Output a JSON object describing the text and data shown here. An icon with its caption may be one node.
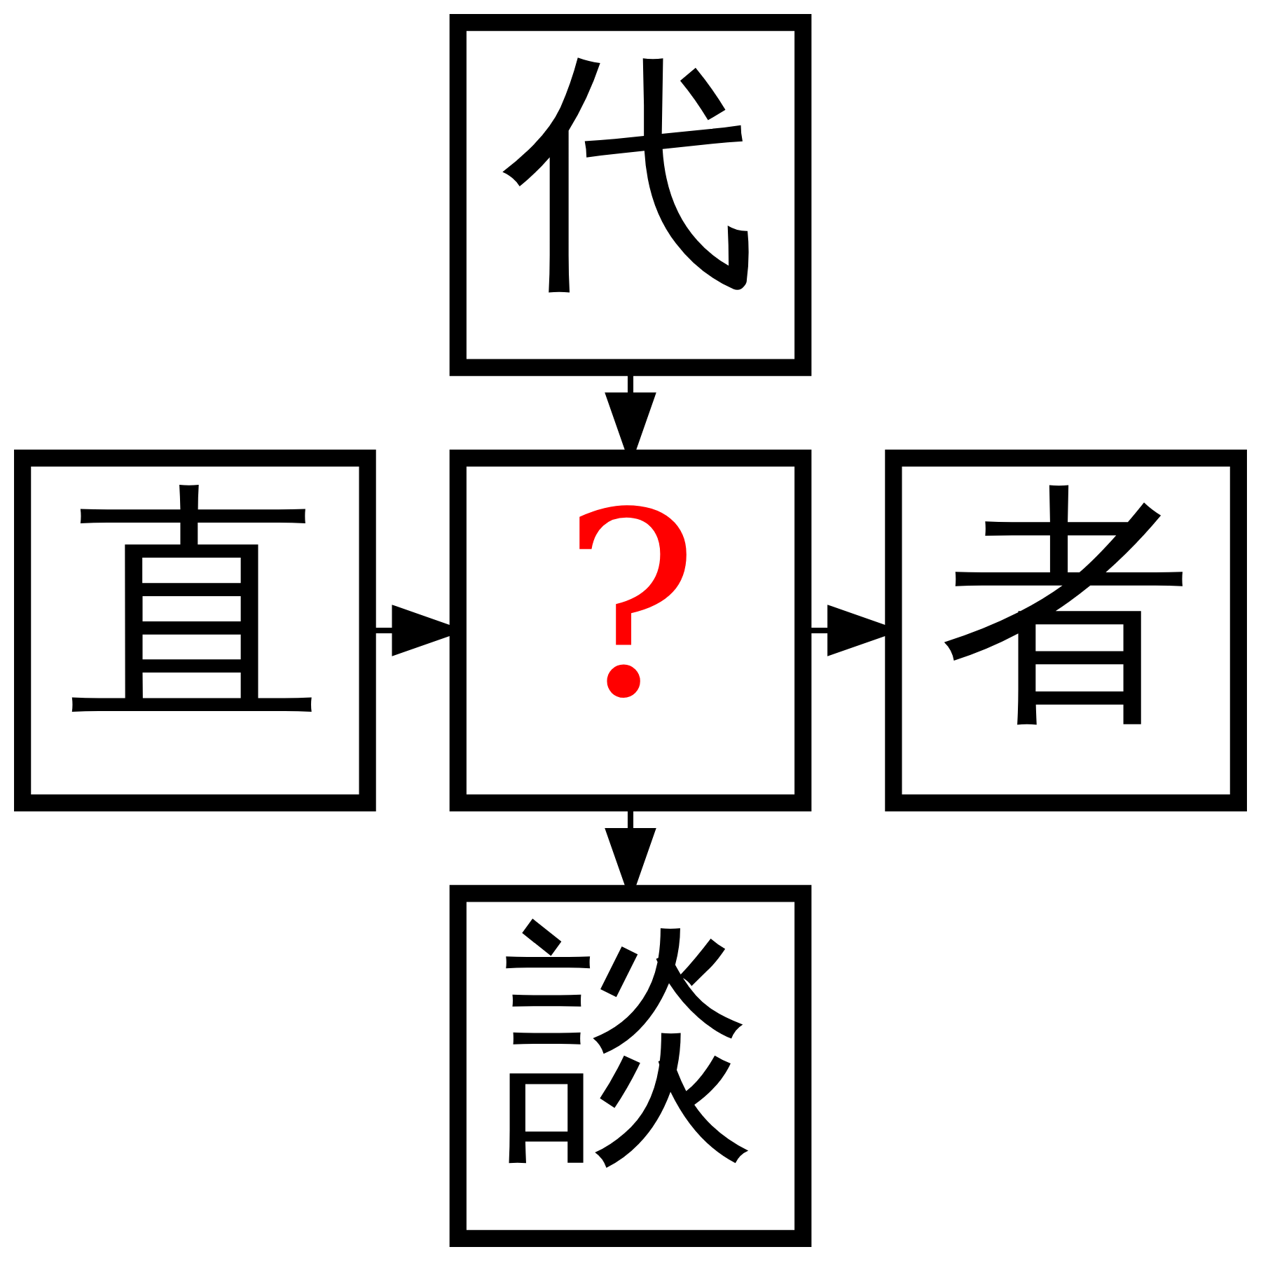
{
  "diagram": {
    "nodes": [
      {
        "text": [
          "代"
        ]
      },
      {
        "text": [
          "直"
        ]
      },
      {
        "text": [
          "?"
        ]
      },
      {
        "text": [
          "者"
        ]
      },
      {
        "text": [
          "談"
        ]
      }
    ],
    "edges": [
      {
        "from": 0,
        "to": 2,
        "arrow": "to"
      },
      {
        "from": 1,
        "to": 2,
        "arrow": "to"
      },
      {
        "from": 2,
        "to": 3,
        "arrow": "to"
      },
      {
        "from": 2,
        "to": 4,
        "arrow": "to"
      }
    ]
  }
}
